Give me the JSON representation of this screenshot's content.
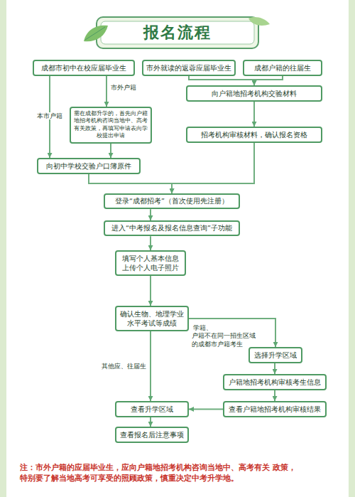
{
  "diagram": {
    "title": "报名流程",
    "caption": "注：市外户籍的应届毕业生，应向户籍地招考机构咨询当地中、高考有关 政策，特别要了解当地高考可享受的照顾政策，慎重决定中考升学地。",
    "nodes": [
      {
        "text": [
          "成都市初中在校应届毕业生"
        ]
      },
      {
        "text": [
          "市外就读的返蓉应届毕业生"
        ]
      },
      {
        "text": [
          "成都户籍的往届生"
        ]
      },
      {
        "text": [
          "需在成都升学的，首先向户籍 地招考机构咨询当地中、高考 有关政策，再填写申请表向学 校提出申请"
        ]
      },
      {
        "text": [
          "向户籍地招考机构交验材料"
        ]
      },
      {
        "text": [
          "招考机构审核材料，确认报名资格"
        ]
      },
      {
        "text": [
          "向初中学校交验户口簿原件"
        ]
      },
      {
        "text": [
          "登录“成都招考”（首次使用先注册）"
        ]
      },
      {
        "text": [
          "进入“中考报名及报名信息查询”子功能"
        ]
      },
      {
        "text": [
          "填写个人基本信息 上传个人电子照片"
        ]
      },
      {
        "text": [
          "确认生物、地理学业 水平考试等成绩"
        ]
      },
      {
        "text": [
          "选择升学区域"
        ]
      },
      {
        "text": [
          "户籍地招考机构审核考生信息"
        ]
      },
      {
        "text": [
          "查看户籍地招考机构审核结果"
        ]
      },
      {
        "text": [
          "查看升学区域"
        ]
      },
      {
        "text": [
          "查看报名后注意事项"
        ]
      }
    ],
    "edges": [
      {
        "from": 0,
        "to": 6,
        "label": "本市户籍",
        "arrow": "to"
      },
      {
        "from": 0,
        "to": 3,
        "label": "市外户籍",
        "arrow": "to"
      },
      {
        "from": 3,
        "to": 6,
        "arrow": "to"
      },
      {
        "from": 1,
        "to": 4,
        "arrow": "to"
      },
      {
        "from": 2,
        "to": 4,
        "arrow": "to"
      },
      {
        "from": 4,
        "to": 5,
        "arrow": "to"
      },
      {
        "from": 6,
        "to": 7,
        "arrow": "to"
      },
      {
        "from": 5,
        "to": 7,
        "arrow": "to"
      },
      {
        "from": 7,
        "to": 8,
        "arrow": "to"
      },
      {
        "from": 8,
        "to": 9,
        "arrow": "to"
      },
      {
        "from": 9,
        "to": 10,
        "arrow": "to"
      },
      {
        "from": 10,
        "to": 11,
        "label": "学籍、户籍不在同一招生区域 的成都市户籍考生",
        "arrow": "to"
      },
      {
        "from": 10,
        "to": 14,
        "label": "其他应、往届生",
        "arrow": "to"
      },
      {
        "from": 11,
        "to": 12,
        "arrow": "to"
      },
      {
        "from": 12,
        "to": 13,
        "arrow": "to"
      },
      {
        "from": 13,
        "to": 14,
        "arrow": "to"
      },
      {
        "from": 14,
        "to": 15,
        "arrow": "to"
      }
    ]
  }
}
